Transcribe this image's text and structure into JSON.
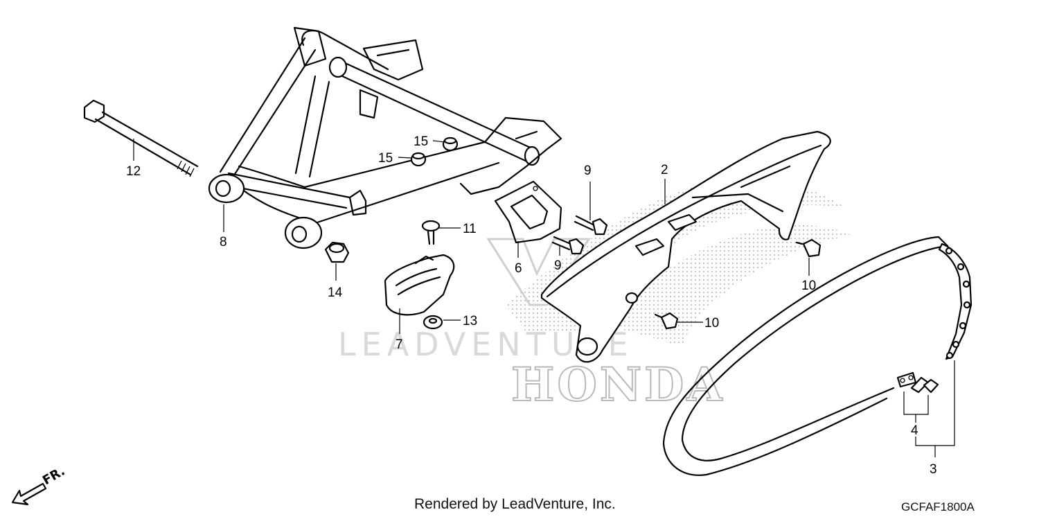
{
  "watermark": {
    "brand_text": "LEADVENTURE",
    "logo_text": "HONDA"
  },
  "callouts": {
    "c1": "2",
    "c2": "3",
    "c3": "4",
    "c4": "6",
    "c5": "7",
    "c6": "8",
    "c7": "9",
    "c8": "9",
    "c9": "10",
    "c10": "10",
    "c11": "11",
    "c12": "12",
    "c13": "13",
    "c14": "14",
    "c15": "15",
    "c16": "15"
  },
  "direction_label": "FR.",
  "footer": {
    "credit": "Rendered by LeadVenture, Inc.",
    "diagram_code": "GCFAF1800A"
  }
}
